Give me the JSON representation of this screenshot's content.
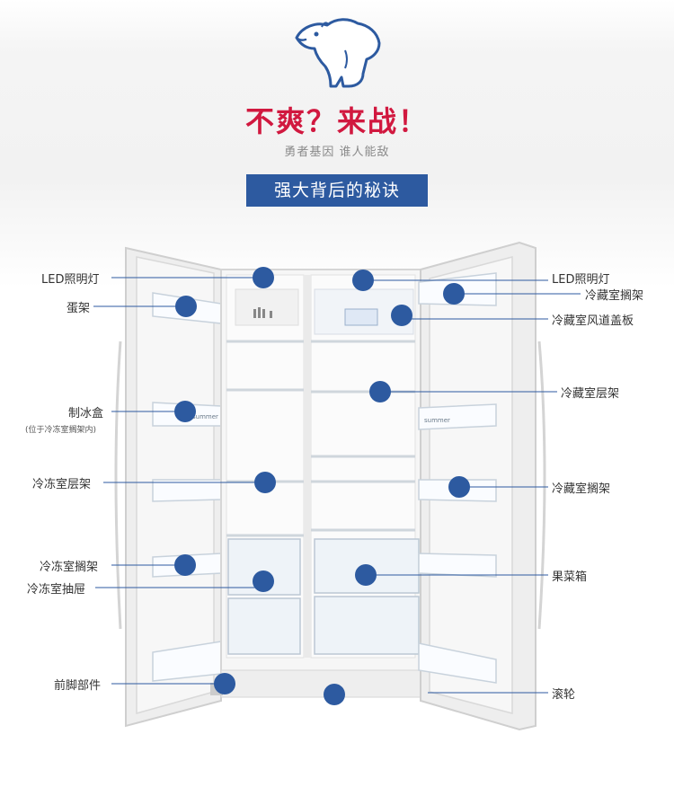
{
  "header": {
    "headline": "不爽？来战！",
    "subtitle": "勇者基因  谁人能敌",
    "banner": "强大背后的秘诀"
  },
  "colors": {
    "headline": "#d1183f",
    "banner_bg": "#2d5aa0",
    "marker": "#2d5aa0",
    "logo_stroke": "#2d5aa0"
  },
  "logo": {
    "icon": "polar-bear-icon"
  },
  "door_brand": "summer",
  "labels": {
    "led_left": "LED照明灯",
    "egg_rack": "蛋架",
    "ice_box": "制冰盒",
    "ice_box_note": "(位于冷冻室搁架内)",
    "freezer_shelf": "冷冻室层架",
    "freezer_door_rack": "冷冻室搁架",
    "freezer_drawer": "冷冻室抽屉",
    "front_foot": "前脚部件",
    "led_right": "LED照明灯",
    "fridge_door_rack_top": "冷藏室搁架",
    "air_duct_cover": "冷藏室风道盖板",
    "fridge_shelf": "冷藏室层架",
    "fridge_door_rack": "冷藏室搁架",
    "crisper": "果菜箱",
    "wheels": "滚轮"
  }
}
